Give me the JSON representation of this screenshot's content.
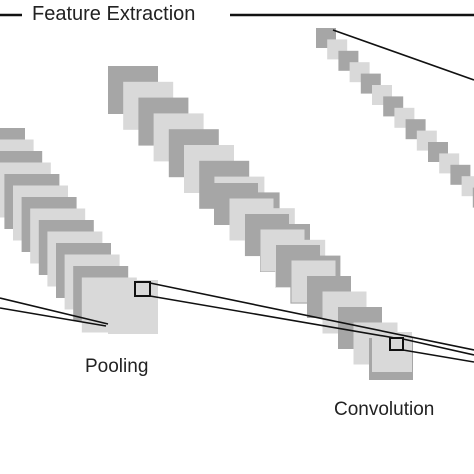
{
  "header": {
    "section_title": "Feature Extraction"
  },
  "labels": {
    "pooling": "Pooling",
    "convolution": "Convolution"
  },
  "colors": {
    "background": "#ffffff",
    "map_dark": "#a6a6a6",
    "map_light": "#d9d9d9",
    "line": "#111111",
    "text": "#222222"
  }
}
